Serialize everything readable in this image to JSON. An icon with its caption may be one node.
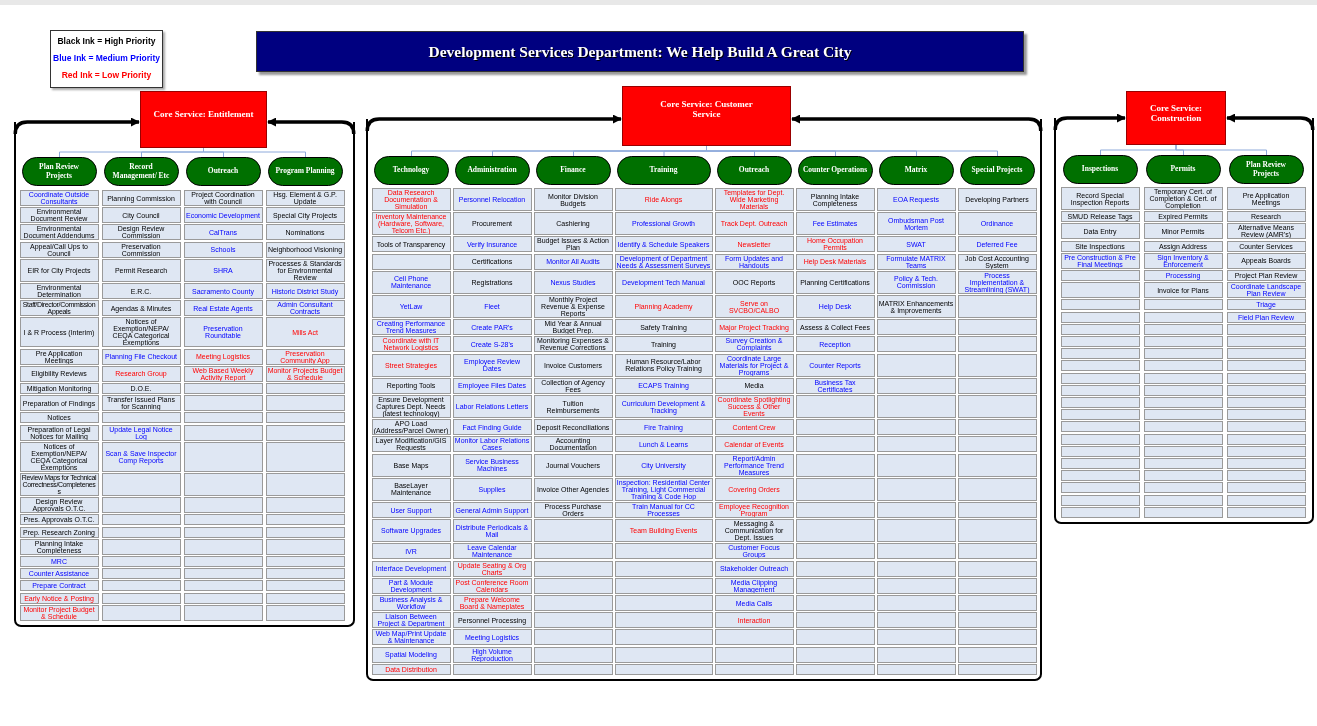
{
  "diagram": {
    "nodes": [
      {
        "text": [
          "Development Services Department: We Help Build A Great City"
        ]
      },
      {
        "text": [
          "Core Service: Entitlement"
        ]
      },
      {
        "text": [],
        "shape": "box"
      },
      {
        "text": [
          "Plan Review Projects"
        ],
        "in": 2
      },
      {
        "text": [
          "Record Management/ Etc"
        ],
        "in": 2
      },
      {
        "text": [
          "Outreach"
        ],
        "in": 2
      },
      {
        "text": [
          "Program Planning"
        ],
        "in": 2
      },
      {
        "text": [
          "Coordinate Outside Consultants"
        ],
        "in": 2
      },
      {
        "text": [
          "Environmental Document Review"
        ],
        "in": 2
      },
      {
        "text": [
          "Environmental Document Addendums"
        ],
        "in": 2
      },
      {
        "text": [
          "Appeal/Call Ups to Council"
        ],
        "in": 2
      },
      {
        "text": [
          "EIR for City Projects"
        ],
        "in": 2
      },
      {
        "text": [
          "Environmental Determination"
        ],
        "in": 2
      },
      {
        "text": [
          "Staff/Director/Commission Appeals"
        ],
        "in": 2
      },
      {
        "text": [
          "I & R Process (Interim)"
        ],
        "in": 2
      },
      {
        "text": [
          "Pre Application Meetings"
        ],
        "in": 2
      },
      {
        "text": [
          "Eligibility Reviews"
        ],
        "in": 2
      },
      {
        "text": [
          "Mitigation Monitoring"
        ],
        "in": 2
      },
      {
        "text": [
          "Preparation of Findings"
        ],
        "in": 2
      },
      {
        "text": [
          "Notices"
        ],
        "in": 2
      },
      {
        "text": [
          "Preparation of Legal Notices for Mailing"
        ],
        "in": 2
      },
      {
        "text": [
          "Notices of Exemption/NEPA/ CEQA Categorical Exemptions"
        ],
        "in": 2
      },
      {
        "text": [
          "Review Maps for Technical Correctness/Completeness"
        ],
        "in": 2
      },
      {
        "text": [
          "Design Review Approvals O.T.C."
        ],
        "in": 2
      },
      {
        "text": [
          "Pres. Approvals O.T.C."
        ],
        "in": 2
      },
      {
        "text": [
          "Prep. Research Zoning"
        ],
        "in": 2
      },
      {
        "text": [
          "Planning Intake Completeness"
        ],
        "in": 2
      },
      {
        "text": [
          "MRC"
        ],
        "in": 2
      },
      {
        "text": [
          "Counter Assistance"
        ],
        "in": 2
      },
      {
        "text": [
          "Prepare Contract"
        ],
        "in": 2
      },
      {
        "text": [
          "Early Notice & Posting"
        ],
        "in": 2
      },
      {
        "text": [
          "Monitor Project Budget & Schedule"
        ],
        "in": 2
      },
      {
        "text": [
          "Planning Commission"
        ],
        "in": 2
      },
      {
        "text": [
          "City Council"
        ],
        "in": 2
      },
      {
        "text": [
          "Design Review Commission"
        ],
        "in": 2
      },
      {
        "text": [
          "Preservation Commission"
        ],
        "in": 2
      },
      {
        "text": [
          "Permit Research"
        ],
        "in": 2
      },
      {
        "text": [
          "E.R.C."
        ],
        "in": 2
      },
      {
        "text": [
          "Agendas & Minutes"
        ],
        "in": 2
      },
      {
        "text": [
          "Notices of Exemption/NEPA/ CEQA Categorical Exemptions"
        ],
        "in": 2
      },
      {
        "text": [
          "Planning File Checkout"
        ],
        "in": 2
      },
      {
        "text": [
          "Research Group"
        ],
        "in": 2
      },
      {
        "text": [
          "D.O.E."
        ],
        "in": 2
      },
      {
        "text": [
          "Transfer Issued Plans for Scanning"
        ],
        "in": 2
      },
      {
        "text": [],
        "shape": "box",
        "in": 2
      },
      {
        "text": [
          "Update Legal Notice Log"
        ],
        "in": 2
      },
      {
        "text": [
          "Scan & Save Inspector Comp Reports"
        ],
        "in": 2
      },
      {
        "text": [],
        "shape": "box",
        "in": 2
      },
      {
        "text": [],
        "shape": "box",
        "in": 2
      },
      {
        "text": [],
        "shape": "box",
        "in": 2
      },
      {
        "text": [],
        "shape": "box",
        "in": 2
      },
      {
        "text": [],
        "shape": "box",
        "in": 2
      },
      {
        "text": [],
        "shape": "box",
        "in": 2
      },
      {
        "text": [],
        "shape": "box",
        "in": 2
      },
      {
        "text": [],
        "shape": "box",
        "in": 2
      },
      {
        "text": [],
        "shape": "box",
        "in": 2
      },
      {
        "text": [],
        "shape": "box",
        "in": 2
      },
      {
        "text": [
          "Project Coordination with Council"
        ],
        "in": 2
      },
      {
        "text": [
          "Economic Development"
        ],
        "in": 2
      },
      {
        "text": [
          "CalTrans"
        ],
        "in": 2
      },
      {
        "text": [
          "Schools"
        ],
        "in": 2
      },
      {
        "text": [
          "SHRA"
        ],
        "in": 2
      },
      {
        "text": [
          "Sacramento County"
        ],
        "in": 2
      },
      {
        "text": [
          "Real Estate Agents"
        ],
        "in": 2
      },
      {
        "text": [
          "Preservation Roundtable"
        ],
        "in": 2
      },
      {
        "text": [
          "Meeting Logistics"
        ],
        "in": 2
      },
      {
        "text": [
          "Web Based Weekly Activity Report"
        ],
        "in": 2
      },
      {
        "text": [],
        "shape": "box",
        "in": 2
      },
      {
        "text": [],
        "shape": "box",
        "in": 2
      },
      {
        "text": [],
        "shape": "box",
        "in": 2
      },
      {
        "text": [],
        "shape": "box",
        "in": 2
      },
      {
        "text": [],
        "shape": "box",
        "in": 2
      },
      {
        "text": [],
        "shape": "box",
        "in": 2
      },
      {
        "text": [],
        "shape": "box",
        "in": 2
      },
      {
        "text": [],
        "shape": "box",
        "in": 2
      },
      {
        "text": [],
        "shape": "box",
        "in": 2
      },
      {
        "text": [],
        "shape": "box",
        "in": 2
      },
      {
        "text": [],
        "shape": "box",
        "in": 2
      },
      {
        "text": [],
        "shape": "box",
        "in": 2
      },
      {
        "text": [],
        "shape": "box",
        "in": 2
      },
      {
        "text": [],
        "shape": "box",
        "in": 2
      },
      {
        "text": [],
        "shape": "box",
        "in": 2
      },
      {
        "text": [
          "Hsg. Element & G.P. Update"
        ],
        "in": 2
      },
      {
        "text": [
          "Special City Projects"
        ],
        "in": 2
      },
      {
        "text": [
          "Nominations"
        ],
        "in": 2
      },
      {
        "text": [
          "Neighborhood Visioning"
        ],
        "in": 2
      },
      {
        "text": [
          "Processes & Standards for Environmental Review"
        ],
        "in": 2
      },
      {
        "text": [
          "Historic District Study"
        ],
        "in": 2
      },
      {
        "text": [
          "Admin Consultant Contracts"
        ],
        "in": 2
      },
      {
        "text": [
          "Mills Act"
        ],
        "in": 2
      },
      {
        "text": [
          "Preservation Community App"
        ],
        "in": 2
      },
      {
        "text": [
          "Monitor Projects Budget & Schedule"
        ],
        "in": 2
      },
      {
        "text": [],
        "shape": "box",
        "in": 2
      },
      {
        "text": [],
        "shape": "box",
        "in": 2
      },
      {
        "text": [],
        "shape": "box",
        "in": 2
      },
      {
        "text": [],
        "shape": "box",
        "in": 2
      },
      {
        "text": [],
        "shape": "box",
        "in": 2
      },
      {
        "text": [],
        "shape": "box",
        "in": 2
      },
      {
        "text": [],
        "shape": "box",
        "in": 2
      },
      {
        "text": [],
        "shape": "box",
        "in": 2
      },
      {
        "text": [],
        "shape": "box",
        "in": 2
      },
      {
        "text": [],
        "shape": "box",
        "in": 2
      },
      {
        "text": [],
        "shape": "box",
        "in": 2
      },
      {
        "text": [],
        "shape": "box",
        "in": 2
      },
      {
        "text": [],
        "shape": "box",
        "in": 2
      },
      {
        "text": [],
        "shape": "box",
        "in": 2
      },
      {
        "text": [],
        "shape": "box",
        "in": 2
      },
      {
        "text": [
          "Core Service: Customer Service"
        ]
      },
      {
        "text": [],
        "shape": "box"
      },
      {
        "text": [
          "Technology"
        ],
        "in": 108
      },
      {
        "text": [
          "Administration"
        ],
        "in": 108
      },
      {
        "text": [
          "Finance"
        ],
        "in": 108
      },
      {
        "text": [
          "Training"
        ],
        "in": 108
      },
      {
        "text": [
          "Outreach"
        ],
        "in": 108
      },
      {
        "text": [
          "Counter Operations"
        ],
        "in": 108
      },
      {
        "text": [
          "Matrix"
        ],
        "in": 108
      },
      {
        "text": [
          "Special Projects"
        ],
        "in": 108
      },
      {
        "text": [
          "Data Research Documentation & Simulation"
        ],
        "in": 108
      },
      {
        "text": [
          "Inventory Maintenance (Hardware, Software, Telcom Etc.)"
        ],
        "in": 108
      },
      {
        "text": [
          "Tools of Transparency"
        ],
        "in": 108
      },
      {
        "text": [],
        "shape": "box",
        "in": 108
      },
      {
        "text": [
          "Cell Phone Maintenance"
        ],
        "in": 108
      },
      {
        "text": [
          "YetLaw"
        ],
        "in": 108
      },
      {
        "text": [
          "Creating Performance Trend Measures"
        ],
        "in": 108
      },
      {
        "text": [
          "Coordinate with IT Network Logistics"
        ],
        "in": 108
      },
      {
        "text": [
          "Street Strategies"
        ],
        "in": 108
      },
      {
        "text": [
          "Reporting Tools"
        ],
        "in": 108
      },
      {
        "text": [
          "Ensure Development Captures Dept. Needs (latest technology)"
        ],
        "in": 108
      },
      {
        "text": [
          "APO Load (Address/Parcel Owner)"
        ],
        "in": 108
      },
      {
        "text": [
          "Layer Modification/GIS Requests"
        ],
        "in": 108
      },
      {
        "text": [
          "Base Maps"
        ],
        "in": 108
      },
      {
        "text": [
          "BaseLayer Maintenance"
        ],
        "in": 108
      },
      {
        "text": [
          "User Support"
        ],
        "in": 108
      },
      {
        "text": [
          "Software Upgrades"
        ],
        "in": 108
      },
      {
        "text": [
          "IVR"
        ],
        "in": 108
      },
      {
        "text": [
          "Interface Development"
        ],
        "in": 108
      },
      {
        "text": [
          "Part & Module Development"
        ],
        "in": 108
      },
      {
        "text": [
          "Business Analysis & Workflow"
        ],
        "in": 108
      },
      {
        "text": [
          "Liaison Between Project & Department"
        ],
        "in": 108
      },
      {
        "text": [
          "Web Map/Print Update & Maintenance"
        ],
        "in": 108
      },
      {
        "text": [
          "Spatial Modeling"
        ],
        "in": 108
      },
      {
        "text": [
          "Data Distribution"
        ],
        "in": 108
      },
      {
        "text": [
          "Personnel Relocation"
        ],
        "in": 108
      },
      {
        "text": [
          "Procurement"
        ],
        "in": 108
      },
      {
        "text": [
          "Verify Insurance"
        ],
        "in": 108
      },
      {
        "text": [
          "Certifications"
        ],
        "in": 108
      },
      {
        "text": [
          "Registrations"
        ],
        "in": 108
      },
      {
        "text": [
          "Fleet"
        ],
        "in": 108
      },
      {
        "text": [
          "Create PAR's"
        ],
        "in": 108
      },
      {
        "text": [
          "Create S-28's"
        ],
        "in": 108
      },
      {
        "text": [
          "Employee Review Dates"
        ],
        "in": 108
      },
      {
        "text": [
          "Employee Files Dates"
        ],
        "in": 108
      },
      {
        "text": [
          "Labor Relations Letters"
        ],
        "in": 108
      },
      {
        "text": [
          "Fact Finding Guide"
        ],
        "in": 108
      },
      {
        "text": [
          "Monitor Labor Relations Cases"
        ],
        "in": 108
      },
      {
        "text": [
          "Service Business Machines"
        ],
        "in": 108
      },
      {
        "text": [
          "Supplies"
        ],
        "in": 108
      },
      {
        "text": [
          "General Admin Support"
        ],
        "in": 108
      },
      {
        "text": [
          "Distribute Periodicals & Mail"
        ],
        "in": 108
      },
      {
        "text": [
          "Leave Calendar Maintenance"
        ],
        "in": 108
      },
      {
        "text": [
          "Update Seating & Org Charts"
        ],
        "in": 108
      },
      {
        "text": [
          "Post Conference Room Calendars"
        ],
        "in": 108
      },
      {
        "text": [
          "Prepare Welcome Board & Nameplates"
        ],
        "in": 108
      },
      {
        "text": [
          "Personnel Processing"
        ],
        "in": 108
      },
      {
        "text": [
          "Meeting Logistics"
        ],
        "in": 108
      },
      {
        "text": [
          "High Volume Reproduction"
        ],
        "in": 108
      },
      {
        "text": [],
        "shape": "box",
        "in": 108
      },
      {
        "text": [
          "Monitor Division Budgets"
        ],
        "in": 108
      },
      {
        "text": [
          "Cashiering"
        ],
        "in": 108
      },
      {
        "text": [
          "Budget Issues & Action Plan"
        ],
        "in": 108
      },
      {
        "text": [
          "Monitor All Audits"
        ],
        "in": 108
      },
      {
        "text": [
          "Nexus Studies"
        ],
        "in": 108
      },
      {
        "text": [
          "Monthly Project Revenue & Expense Reports"
        ],
        "in": 108
      },
      {
        "text": [
          "Mid Year & Annual Budget Prep."
        ],
        "in": 108
      },
      {
        "text": [
          "Monitoring Expenses & Revenue Corrections"
        ],
        "in": 108
      },
      {
        "text": [
          "Invoice Customers"
        ],
        "in": 108
      },
      {
        "text": [
          "Collection of Agency Fees"
        ],
        "in": 108
      },
      {
        "text": [
          "Tuition Reimbursements"
        ],
        "in": 108
      },
      {
        "text": [
          "Deposit Reconciliations"
        ],
        "in": 108
      },
      {
        "text": [
          "Accounting Documentation"
        ],
        "in": 108
      },
      {
        "text": [
          "Journal Vouchers"
        ],
        "in": 108
      },
      {
        "text": [
          "Invoice Other Agencies"
        ],
        "in": 108
      },
      {
        "text": [
          "Process Purchase Orders"
        ],
        "in": 108
      },
      {
        "text": [],
        "shape": "box",
        "in": 108
      },
      {
        "text": [],
        "shape": "box",
        "in": 108
      },
      {
        "text": [],
        "shape": "box",
        "in": 108
      },
      {
        "text": [],
        "shape": "box",
        "in": 108
      },
      {
        "text": [],
        "shape": "box",
        "in": 108
      },
      {
        "text": [],
        "shape": "box",
        "in": 108
      },
      {
        "text": [],
        "shape": "box",
        "in": 108
      },
      {
        "text": [],
        "shape": "box",
        "in": 108
      },
      {
        "text": [],
        "shape": "box",
        "in": 108
      },
      {
        "text": [
          "Ride Alongs"
        ],
        "in": 108
      },
      {
        "text": [
          "Professional Growth"
        ],
        "in": 108
      },
      {
        "text": [
          "Identify & Schedule Speakers"
        ],
        "in": 108
      },
      {
        "text": [
          "Development of Department Needs & Assessment Surveys"
        ],
        "in": 108
      },
      {
        "text": [
          "Development Tech Manual"
        ],
        "in": 108
      },
      {
        "text": [
          "Planning Academy"
        ],
        "in": 108
      },
      {
        "text": [
          "Safety Training"
        ],
        "in": 108
      },
      {
        "text": [
          "Training"
        ],
        "in": 108
      },
      {
        "text": [
          "Human Resource/Labor Relations Policy Training"
        ],
        "in": 108
      },
      {
        "text": [
          "ECAPS Training"
        ],
        "in": 108
      },
      {
        "text": [
          "Curriculum Development & Tracking"
        ],
        "in": 108
      },
      {
        "text": [
          "Fire Training"
        ],
        "in": 108
      },
      {
        "text": [
          "Lunch & Learns"
        ],
        "in": 108
      },
      {
        "text": [
          "City University"
        ],
        "in": 108
      },
      {
        "text": [
          "Inspection: Residential Center Training, Light Commercial Training & Code Hop"
        ],
        "in": 108
      },
      {
        "text": [
          "Train Manual for CC Processes"
        ],
        "in": 108
      },
      {
        "text": [
          "Team Building Events"
        ],
        "in": 108
      },
      {
        "text": [],
        "shape": "box",
        "in": 108
      },
      {
        "text": [],
        "shape": "box",
        "in": 108
      },
      {
        "text": [],
        "shape": "box",
        "in": 108
      },
      {
        "text": [],
        "shape": "box",
        "in": 108
      },
      {
        "text": [],
        "shape": "box",
        "in": 108
      },
      {
        "text": [],
        "shape": "box",
        "in": 108
      },
      {
        "text": [],
        "shape": "box",
        "in": 108
      },
      {
        "text": [],
        "shape": "box",
        "in": 108
      },
      {
        "text": [
          "Templates for Dept. Wide Marketing Materials"
        ],
        "in": 108
      },
      {
        "text": [
          "Track Dept. Outreach"
        ],
        "in": 108
      },
      {
        "text": [
          "Newsletter"
        ],
        "in": 108
      },
      {
        "text": [
          "Form Updates and Handouts"
        ],
        "in": 108
      },
      {
        "text": [
          "OOC Reports"
        ],
        "in": 108
      },
      {
        "text": [
          "Serve on SVCBO/CALBO"
        ],
        "in": 108
      },
      {
        "text": [
          "Major Project Tracking"
        ],
        "in": 108
      },
      {
        "text": [
          "Survey Creation & Complaints"
        ],
        "in": 108
      },
      {
        "text": [
          "Coordinate Large Materials for Project & Programs"
        ],
        "in": 108
      },
      {
        "text": [
          "Media"
        ],
        "in": 108
      },
      {
        "text": [
          "Coordinate Spotlighting Success & Other Events"
        ],
        "in": 108
      },
      {
        "text": [
          "Content Crew"
        ],
        "in": 108
      },
      {
        "text": [
          "Calendar of Events"
        ],
        "in": 108
      },
      {
        "text": [
          "Report/Admin Performance Trend Measures"
        ],
        "in": 108
      },
      {
        "text": [
          "Covering Orders"
        ],
        "in": 108
      },
      {
        "text": [
          "Employee Recognition Program"
        ],
        "in": 108
      },
      {
        "text": [
          "Messaging & Communication for Dept. Issues"
        ],
        "in": 108
      },
      {
        "text": [
          "Customer Focus Groups"
        ],
        "in": 108
      },
      {
        "text": [
          "Stakeholder Outreach"
        ],
        "in": 108
      },
      {
        "text": [
          "Media Clipping Management"
        ],
        "in": 108
      },
      {
        "text": [
          "Media Calls"
        ],
        "in": 108
      },
      {
        "text": [
          "Interaction"
        ],
        "in": 108
      },
      {
        "text": [],
        "shape": "box",
        "in": 108
      },
      {
        "text": [],
        "shape": "box",
        "in": 108
      },
      {
        "text": [],
        "shape": "box",
        "in": 108
      },
      {
        "text": [
          "Planning Intake Completeness"
        ],
        "in": 108
      },
      {
        "text": [
          "Fee Estimates"
        ],
        "in": 108
      },
      {
        "text": [
          "Home Occupation Permits"
        ],
        "in": 108
      },
      {
        "text": [
          "Help Desk Materials"
        ],
        "in": 108
      },
      {
        "text": [
          "Planning Certifications"
        ],
        "in": 108
      },
      {
        "text": [
          "Help Desk"
        ],
        "in": 108
      },
      {
        "text": [
          "Assess & Collect Fees"
        ],
        "in": 108
      },
      {
        "text": [
          "Reception"
        ],
        "in": 108
      },
      {
        "text": [
          "Counter Reports"
        ],
        "in": 108
      },
      {
        "text": [
          "Business Tax Certificates"
        ],
        "in": 108
      },
      {
        "text": [],
        "shape": "box",
        "in": 108
      },
      {
        "text": [],
        "shape": "box",
        "in": 108
      },
      {
        "text": [],
        "shape": "box",
        "in": 108
      },
      {
        "text": [],
        "shape": "box",
        "in": 108
      },
      {
        "text": [],
        "shape": "box",
        "in": 108
      },
      {
        "text": [],
        "shape": "box",
        "in": 108
      },
      {
        "text": [],
        "shape": "box",
        "in": 108
      },
      {
        "text": [],
        "shape": "box",
        "in": 108
      },
      {
        "text": [],
        "shape": "box",
        "in": 108
      },
      {
        "text": [],
        "shape": "box",
        "in": 108
      },
      {
        "text": [],
        "shape": "box",
        "in": 108
      },
      {
        "text": [],
        "shape": "box",
        "in": 108
      },
      {
        "text": [],
        "shape": "box",
        "in": 108
      },
      {
        "text": [],
        "shape": "box",
        "in": 108
      },
      {
        "text": [],
        "shape": "box",
        "in": 108
      },
      {
        "text": [
          "EOA Requests"
        ],
        "in": 108
      },
      {
        "text": [
          "Ombudsman Post Mortem"
        ],
        "in": 108
      },
      {
        "text": [
          "SWAT"
        ],
        "in": 108
      },
      {
        "text": [
          "Formulate MATRIX Teams"
        ],
        "in": 108
      },
      {
        "text": [
          "Policy & Tech. Commission"
        ],
        "in": 108
      },
      {
        "text": [
          "MATRIX Enhancements & Improvements"
        ],
        "in": 108
      },
      {
        "text": [],
        "shape": "box",
        "in": 108
      },
      {
        "text": [],
        "shape": "box",
        "in": 108
      },
      {
        "text": [],
        "shape": "box",
        "in": 108
      },
      {
        "text": [],
        "shape": "box",
        "in": 108
      },
      {
        "text": [],
        "shape": "box",
        "in": 108
      },
      {
        "text": [],
        "shape": "box",
        "in": 108
      },
      {
        "text": [],
        "shape": "box",
        "in": 108
      },
      {
        "text": [],
        "shape": "box",
        "in": 108
      },
      {
        "text": [],
        "shape": "box",
        "in": 108
      },
      {
        "text": [],
        "shape": "box",
        "in": 108
      },
      {
        "text": [],
        "shape": "box",
        "in": 108
      },
      {
        "text": [],
        "shape": "box",
        "in": 108
      },
      {
        "text": [],
        "shape": "box",
        "in": 108
      },
      {
        "text": [],
        "shape": "box",
        "in": 108
      },
      {
        "text": [],
        "shape": "box",
        "in": 108
      },
      {
        "text": [],
        "shape": "box",
        "in": 108
      },
      {
        "text": [],
        "shape": "box",
        "in": 108
      },
      {
        "text": [],
        "shape": "box",
        "in": 108
      },
      {
        "text": [],
        "shape": "box",
        "in": 108
      },
      {
        "text": [
          "Developing Partners"
        ],
        "in": 108
      },
      {
        "text": [
          "Ordinance"
        ],
        "in": 108
      },
      {
        "text": [
          "Deferred Fee"
        ],
        "in": 108
      },
      {
        "text": [
          "Job Cost Accounting System"
        ],
        "in": 108
      },
      {
        "text": [
          "Process Implementation & Streamlining (SWAT)"
        ],
        "in": 108
      },
      {
        "text": [],
        "shape": "box",
        "in": 108
      },
      {
        "text": [],
        "shape": "box",
        "in": 108
      },
      {
        "text": [],
        "shape": "box",
        "in": 108
      },
      {
        "text": [],
        "shape": "box",
        "in": 108
      },
      {
        "text": [],
        "shape": "box",
        "in": 108
      },
      {
        "text": [],
        "shape": "box",
        "in": 108
      },
      {
        "text": [],
        "shape": "box",
        "in": 108
      },
      {
        "text": [],
        "shape": "box",
        "in": 108
      },
      {
        "text": [],
        "shape": "box",
        "in": 108
      },
      {
        "text": [],
        "shape": "box",
        "in": 108
      },
      {
        "text": [],
        "shape": "box",
        "in": 108
      },
      {
        "text": [],
        "shape": "box",
        "in": 108
      },
      {
        "text": [],
        "shape": "box",
        "in": 108
      },
      {
        "text": [],
        "shape": "box",
        "in": 108
      },
      {
        "text": [],
        "shape": "box",
        "in": 108
      },
      {
        "text": [],
        "shape": "box",
        "in": 108
      },
      {
        "text": [],
        "shape": "box",
        "in": 108
      },
      {
        "text": [],
        "shape": "box",
        "in": 108
      },
      {
        "text": [],
        "shape": "box",
        "in": 108
      },
      {
        "text": [],
        "shape": "box",
        "in": 108
      },
      {
        "text": [
          "Core Service: Construction"
        ]
      },
      {
        "text": [],
        "shape": "box"
      },
      {
        "text": [
          "Inspections"
        ],
        "in": 318
      },
      {
        "text": [
          "Permits"
        ],
        "in": 318
      },
      {
        "text": [
          "Plan Review Projects"
        ],
        "in": 318
      },
      {
        "text": [
          "Record Special Inspection Reports"
        ],
        "in": 318
      },
      {
        "text": [
          "SMUD Release Tags"
        ],
        "in": 318
      },
      {
        "text": [
          "Data Entry"
        ],
        "in": 318
      },
      {
        "text": [
          "Site Inspections"
        ],
        "in": 318
      },
      {
        "text": [
          "Pre Construction & Pre Final Meetings"
        ],
        "in": 318
      },
      {
        "text": [],
        "shape": "box",
        "in": 318
      },
      {
        "text": [],
        "shape": "box",
        "in": 318
      },
      {
        "text": [],
        "shape": "box",
        "in": 318
      },
      {
        "text": [],
        "shape": "box",
        "in": 318
      },
      {
        "text": [],
        "shape": "box",
        "in": 318
      },
      {
        "text": [],
        "shape": "box",
        "in": 318
      },
      {
        "text": [],
        "shape": "box",
        "in": 318
      },
      {
        "text": [],
        "shape": "box",
        "in": 318
      },
      {
        "text": [],
        "shape": "box",
        "in": 318
      },
      {
        "text": [],
        "shape": "box",
        "in": 318
      },
      {
        "text": [],
        "shape": "box",
        "in": 318
      },
      {
        "text": [],
        "shape": "box",
        "in": 318
      },
      {
        "text": [],
        "shape": "box",
        "in": 318
      },
      {
        "text": [],
        "shape": "box",
        "in": 318
      },
      {
        "text": [],
        "shape": "box",
        "in": 318
      },
      {
        "text": [],
        "shape": "box",
        "in": 318
      },
      {
        "text": [],
        "shape": "box",
        "in": 318
      },
      {
        "text": [],
        "shape": "box",
        "in": 318
      },
      {
        "text": [],
        "shape": "box",
        "in": 318
      },
      {
        "text": [],
        "shape": "box",
        "in": 318
      },
      {
        "text": [
          "Temporary Cert. of Completion & Cert. of Completion"
        ],
        "in": 318
      },
      {
        "text": [
          "Expired Permits"
        ],
        "in": 318
      },
      {
        "text": [
          "Minor Permits"
        ],
        "in": 318
      },
      {
        "text": [
          "Assign Address"
        ],
        "in": 318
      },
      {
        "text": [
          "Sign Inventory & Enforcement"
        ],
        "in": 318
      },
      {
        "text": [
          "Processing"
        ],
        "in": 318
      },
      {
        "text": [
          "Invoice for Plans"
        ],
        "in": 318
      },
      {
        "text": [],
        "shape": "box",
        "in": 318
      },
      {
        "text": [],
        "shape": "box",
        "in": 318
      },
      {
        "text": [],
        "shape": "box",
        "in": 318
      },
      {
        "text": [],
        "shape": "box",
        "in": 318
      },
      {
        "text": [],
        "shape": "box",
        "in": 318
      },
      {
        "text": [],
        "shape": "box",
        "in": 318
      },
      {
        "text": [],
        "shape": "box",
        "in": 318
      },
      {
        "text": [],
        "shape": "box",
        "in": 318
      },
      {
        "text": [],
        "shape": "box",
        "in": 318
      },
      {
        "text": [],
        "shape": "box",
        "in": 318
      },
      {
        "text": [],
        "shape": "box",
        "in": 318
      },
      {
        "text": [],
        "shape": "box",
        "in": 318
      },
      {
        "text": [],
        "shape": "box",
        "in": 318
      },
      {
        "text": [],
        "shape": "box",
        "in": 318
      },
      {
        "text": [],
        "shape": "box",
        "in": 318
      },
      {
        "text": [],
        "shape": "box",
        "in": 318
      },
      {
        "text": [],
        "shape": "box",
        "in": 318
      },
      {
        "text": [],
        "shape": "box",
        "in": 318
      },
      {
        "text": [
          "Pre Application Meetings"
        ],
        "in": 318
      },
      {
        "text": [
          "Research"
        ],
        "in": 318
      },
      {
        "text": [
          "Alternative Means Review (AMR's)"
        ],
        "in": 318
      },
      {
        "text": [
          "Counter Services"
        ],
        "in": 318
      },
      {
        "text": [
          "Appeals Boards"
        ],
        "in": 318
      },
      {
        "text": [
          "Project Plan Review"
        ],
        "in": 318
      },
      {
        "text": [
          "Coordinate Landscape Plan Review"
        ],
        "in": 318
      },
      {
        "text": [
          "Triage"
        ],
        "in": 318
      },
      {
        "text": [
          "Field Plan Review"
        ],
        "in": 318
      },
      {
        "text": [],
        "shape": "box",
        "in": 318
      },
      {
        "text": [],
        "shape": "box",
        "in": 318
      },
      {
        "text": [],
        "shape": "box",
        "in": 318
      },
      {
        "text": [],
        "shape": "box",
        "in": 318
      },
      {
        "text": [],
        "shape": "box",
        "in": 318
      },
      {
        "text": [],
        "shape": "box",
        "in": 318
      },
      {
        "text": [],
        "shape": "box",
        "in": 318
      },
      {
        "text": [],
        "shape": "box",
        "in": 318
      },
      {
        "text": [],
        "shape": "box",
        "in": 318
      },
      {
        "text": [],
        "shape": "box",
        "in": 318
      },
      {
        "text": [],
        "shape": "box",
        "in": 318
      },
      {
        "text": [],
        "shape": "box",
        "in": 318
      },
      {
        "text": [],
        "shape": "box",
        "in": 318
      },
      {
        "text": [],
        "shape": "box",
        "in": 318
      },
      {
        "text": [],
        "shape": "box",
        "in": 318
      },
      {
        "text": [],
        "shape": "box",
        "in": 318
      }
    ],
    "edges": [
      {
        "from": 2,
        "to": 1,
        "arrow": "to",
        "style": "thick",
        "color": "#000000"
      },
      {
        "from": 2,
        "to": 1,
        "arrow": "to",
        "style": "thick",
        "color": "#000000"
      },
      {
        "from": 1,
        "to": 3,
        "arrow": "none"
      },
      {
        "from": 1,
        "to": 4,
        "arrow": "none"
      },
      {
        "from": 1,
        "to": 5,
        "arrow": "none"
      },
      {
        "from": 1,
        "to": 6,
        "arrow": "none"
      },
      {
        "from": 108,
        "to": 107,
        "arrow": "to",
        "style": "thick",
        "color": "#000000"
      },
      {
        "from": 108,
        "to": 107,
        "arrow": "to",
        "style": "thick",
        "color": "#000000"
      },
      {
        "from": 107,
        "to": 109,
        "arrow": "none"
      },
      {
        "from": 107,
        "to": 110,
        "arrow": "none"
      },
      {
        "from": 107,
        "to": 111,
        "arrow": "none"
      },
      {
        "from": 107,
        "to": 112,
        "arrow": "none"
      },
      {
        "from": 107,
        "to": 113,
        "arrow": "none"
      },
      {
        "from": 107,
        "to": 114,
        "arrow": "none"
      },
      {
        "from": 107,
        "to": 115,
        "arrow": "none"
      },
      {
        "from": 107,
        "to": 116,
        "arrow": "none"
      },
      {
        "from": 318,
        "to": 317,
        "arrow": "to",
        "style": "thick",
        "color": "#000000"
      },
      {
        "from": 318,
        "to": 317,
        "arrow": "to",
        "style": "thick",
        "color": "#000000"
      },
      {
        "from": 317,
        "to": 319,
        "arrow": "none"
      },
      {
        "from": 317,
        "to": 320,
        "arrow": "none"
      },
      {
        "from": 317,
        "to": 321,
        "arrow": "none"
      }
    ],
    "legend": [
      {
        "text": "Black Ink = High Priority",
        "color": "#000000"
      },
      {
        "text": "Blue Ink = Medium Priority",
        "color": "#0000ff"
      },
      {
        "text": "Red Ink = Low Priority",
        "color": "#ff0000"
      }
    ]
  }
}
